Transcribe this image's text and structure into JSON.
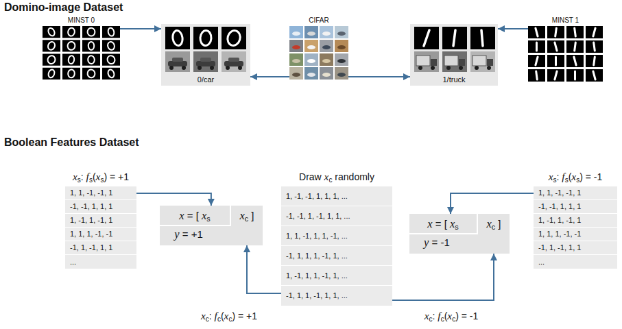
{
  "diagram": {
    "nodes": [
      {
        "text": [
          "MINST 0"
        ]
      },
      {
        "text": [
          "0/car"
        ]
      },
      {
        "text": [
          "CIFAR"
        ]
      },
      {
        "text": [
          "1/truck"
        ]
      },
      {
        "text": [
          "MINST 1"
        ]
      },
      {
        "text": [
          "xs: fs(xs) = +1",
          "1, 1, -1, -1, 1",
          "-1, -1, 1, 1, 1",
          "1, -1, 1, -1, 1",
          "1, 1, 1, -1, -1",
          "-1, 1, -1, 1, 1",
          "..."
        ]
      },
      {
        "text": [
          "y = +1"
        ]
      },
      {
        "text": [
          "x = [ xs"
        ],
        "in": 6
      },
      {
        "text": [
          "xc ]"
        ],
        "in": 6
      },
      {
        "text": [
          "Draw xc randomly",
          "1, -1, -1, 1, 1, 1, ...",
          "-1, -1, 1, -1, 1, 1, ...",
          "1, 1, -1, 1, 1, -1, ...",
          "-1, 1, 1, 1, -1, 1, ...",
          "1, -1, 1, 1, -1, 1, ...",
          "-1, 1, 1, -1, 1, 1, ..."
        ]
      },
      {
        "text": [
          "y = -1"
        ]
      },
      {
        "text": [
          "x = [ xs"
        ],
        "in": 10
      },
      {
        "text": [
          "xc ]"
        ],
        "in": 10
      },
      {
        "text": [
          "xs: fs(xs) = -1",
          "1, 1, -1, -1, 1",
          "-1, -1, 1, 1, 1",
          "1, -1, 1, -1, 1",
          "1, 1, 1, -1, -1",
          "-1, 1, -1, 1, 1",
          "..."
        ]
      }
    ],
    "edges": [
      {
        "from": 0,
        "to": 1,
        "arrow": "to"
      },
      {
        "from": 2,
        "to": 1,
        "arrow": "to"
      },
      {
        "from": 2,
        "to": 3,
        "arrow": "to"
      },
      {
        "from": 4,
        "to": 3,
        "arrow": "to"
      },
      {
        "from": 5,
        "to": 7,
        "arrow": "to"
      },
      {
        "from": 9,
        "to": 8,
        "arrow": "to",
        "label": "xc: fc(xc) = +1"
      },
      {
        "from": 13,
        "to": 11,
        "arrow": "to"
      },
      {
        "from": 9,
        "to": 12,
        "arrow": "to",
        "label": "xc: fc(xc) = -1"
      }
    ],
    "labels": [
      "Domino-image Dataset",
      "Boolean Features Dataset"
    ]
  }
}
